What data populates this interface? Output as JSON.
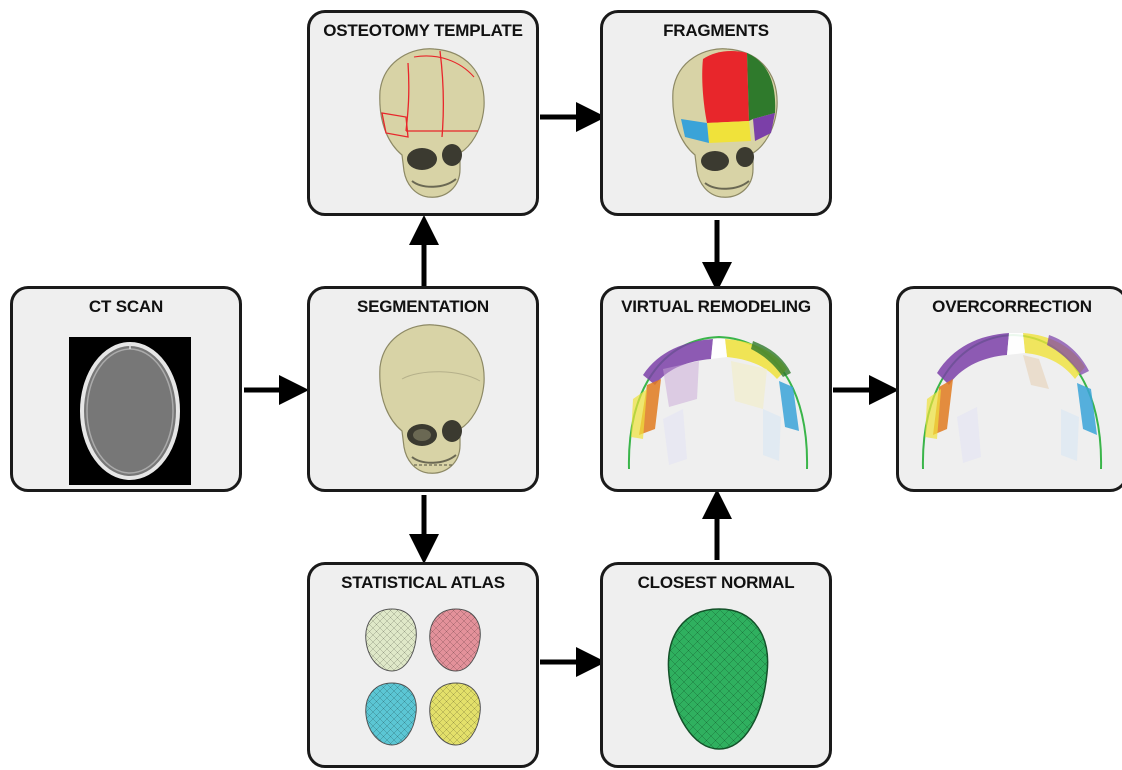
{
  "diagram": {
    "nodes": [
      {
        "id": "ct-scan",
        "title": "CT SCAN"
      },
      {
        "id": "segmentation",
        "title": "SEGMENTATION"
      },
      {
        "id": "osteotomy-template",
        "title": "OSTEOTOMY TEMPLATE"
      },
      {
        "id": "fragments",
        "title": "FRAGMENTS"
      },
      {
        "id": "virtual-remodeling",
        "title": "VIRTUAL REMODELING"
      },
      {
        "id": "overcorrection",
        "title": "OVERCORRECTION"
      },
      {
        "id": "statistical-atlas",
        "title": "STATISTICAL ATLAS"
      },
      {
        "id": "closest-normal",
        "title": "CLOSEST NORMAL"
      }
    ],
    "edges": [
      {
        "from": "ct-scan",
        "to": "segmentation"
      },
      {
        "from": "segmentation",
        "to": "osteotomy-template"
      },
      {
        "from": "osteotomy-template",
        "to": "fragments"
      },
      {
        "from": "fragments",
        "to": "virtual-remodeling"
      },
      {
        "from": "segmentation",
        "to": "statistical-atlas"
      },
      {
        "from": "statistical-atlas",
        "to": "closest-normal"
      },
      {
        "from": "closest-normal",
        "to": "virtual-remodeling"
      },
      {
        "from": "virtual-remodeling",
        "to": "overcorrection"
      }
    ],
    "colors": {
      "box_fill": "#efefef",
      "box_border": "#1a1a1a",
      "arrow": "#000000",
      "skull": "#d8d3a6",
      "fragment_red": "#e8262b",
      "fragment_green": "#2f7a2c",
      "fragment_yellow": "#f0e23a",
      "fragment_blue": "#3aa3d8",
      "fragment_purple": "#7b3fa8",
      "atlas_1": "#dfe8c8",
      "atlas_2": "#e3919a",
      "atlas_3": "#5bc6d4",
      "atlas_4": "#e3e06a",
      "closest_normal": "#2fb05f",
      "outline_curve": "#3ab54a"
    }
  }
}
